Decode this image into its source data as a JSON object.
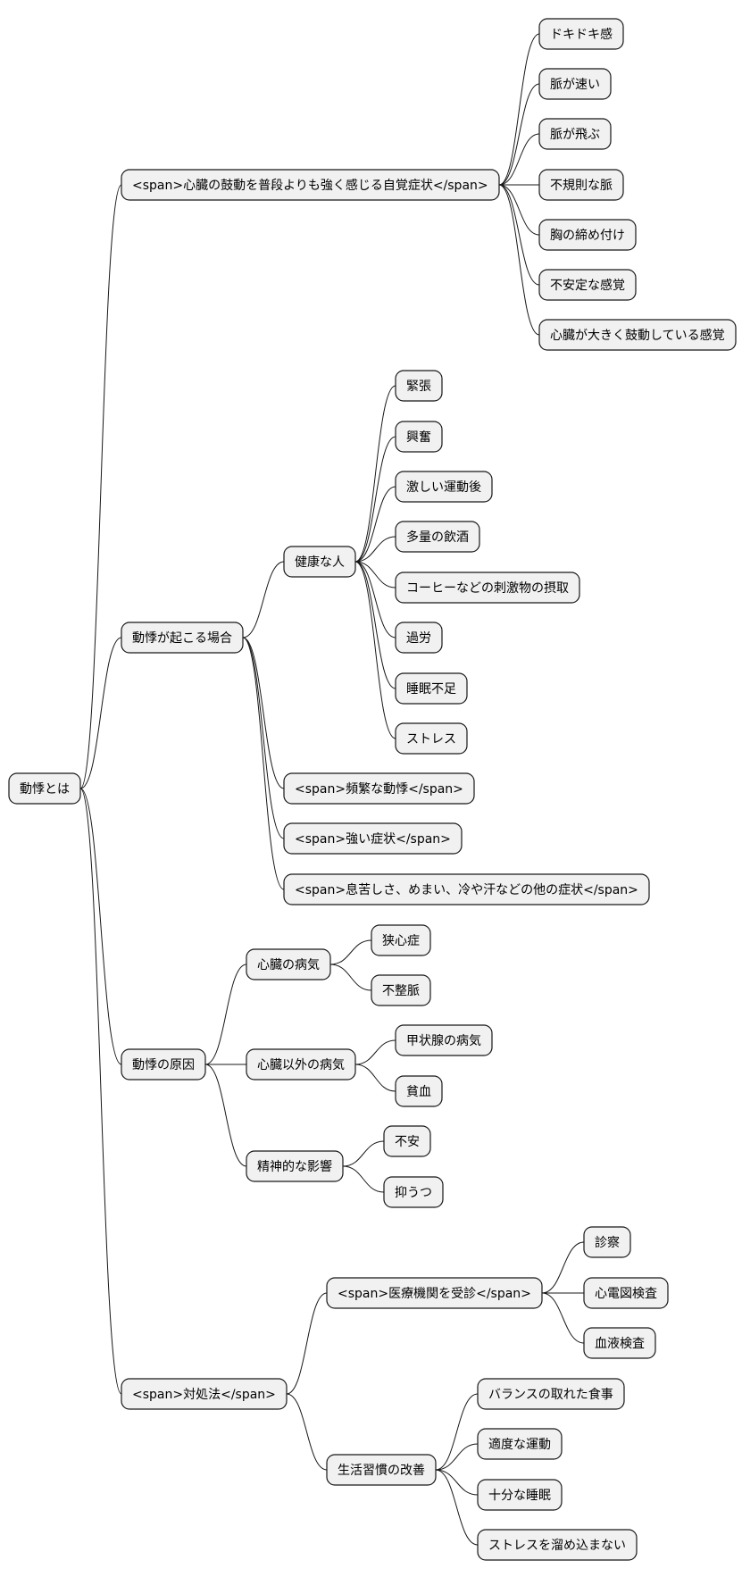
{
  "root": {
    "label": "動悸とは"
  },
  "branches": [
    {
      "label": "<span>心臓の鼓動を普段よりも強く感じる自覚症状</span>",
      "children": [
        {
          "label": "ドキドキ感"
        },
        {
          "label": "脈が速い"
        },
        {
          "label": "脈が飛ぶ"
        },
        {
          "label": "不規則な脈"
        },
        {
          "label": "胸の締め付け"
        },
        {
          "label": "不安定な感覚"
        },
        {
          "label": "心臓が大きく鼓動している感覚"
        }
      ]
    },
    {
      "label": "動悸が起こる場合",
      "children": [
        {
          "label": "健康な人",
          "children": [
            {
              "label": "緊張"
            },
            {
              "label": "興奮"
            },
            {
              "label": "激しい運動後"
            },
            {
              "label": "多量の飲酒"
            },
            {
              "label": "コーヒーなどの刺激物の摂取"
            },
            {
              "label": "過労"
            },
            {
              "label": "睡眠不足"
            },
            {
              "label": "ストレス"
            }
          ]
        },
        {
          "label": "<span>頻繁な動悸</span>"
        },
        {
          "label": "<span>強い症状</span>"
        },
        {
          "label": "<span>息苦しさ、めまい、冷や汗などの他の症状</span>"
        }
      ]
    },
    {
      "label": "動悸の原因",
      "children": [
        {
          "label": "心臓の病気",
          "children": [
            {
              "label": "狭心症"
            },
            {
              "label": "不整脈"
            }
          ]
        },
        {
          "label": "心臓以外の病気",
          "children": [
            {
              "label": "甲状腺の病気"
            },
            {
              "label": "貧血"
            }
          ]
        },
        {
          "label": "精神的な影響",
          "children": [
            {
              "label": "不安"
            },
            {
              "label": "抑うつ"
            }
          ]
        }
      ]
    },
    {
      "label": "<span>対処法</span>",
      "children": [
        {
          "label": "<span>医療機関を受診</span>",
          "children": [
            {
              "label": "診察"
            },
            {
              "label": "心電図検査"
            },
            {
              "label": "血液検査"
            }
          ]
        },
        {
          "label": "生活習慣の改善",
          "children": [
            {
              "label": "バランスの取れた食事"
            },
            {
              "label": "適度な運動"
            },
            {
              "label": "十分な睡眠"
            },
            {
              "label": "ストレスを溜め込まない"
            }
          ]
        }
      ]
    }
  ]
}
